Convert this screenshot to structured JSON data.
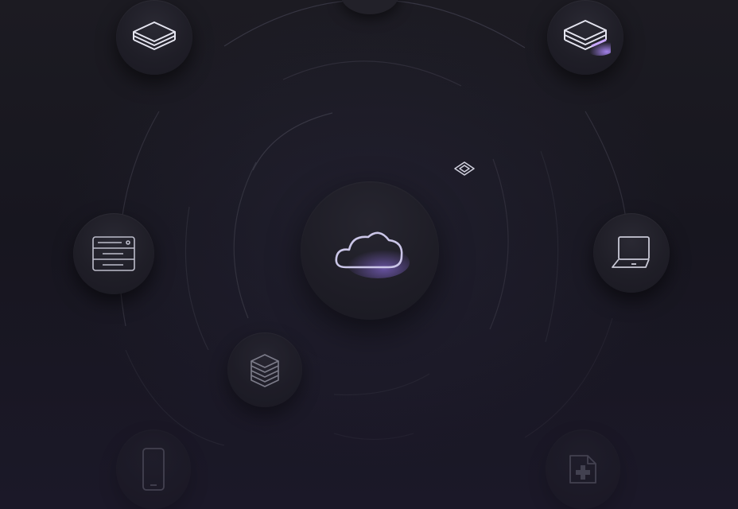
{
  "scene": {
    "hub": {
      "icon": "cloud-icon"
    },
    "satellites": [
      {
        "id": "top-left",
        "icon": "layers-stack-icon"
      },
      {
        "id": "top-right",
        "icon": "layers-stack-glow-icon"
      },
      {
        "id": "left",
        "icon": "server-rack-icon"
      },
      {
        "id": "right",
        "icon": "laptop-icon"
      },
      {
        "id": "lower-left",
        "icon": "database-stack-icon"
      },
      {
        "id": "bottom-left",
        "icon": "smartphone-icon"
      },
      {
        "id": "bottom-right",
        "icon": "document-add-icon"
      },
      {
        "id": "floating",
        "icon": "diamond-chip-icon"
      }
    ],
    "colors": {
      "background": "#17161f",
      "node_fill": "#24232c",
      "icon_stroke": "#d8d8e6",
      "accent_glow": "#9b6dff"
    }
  }
}
